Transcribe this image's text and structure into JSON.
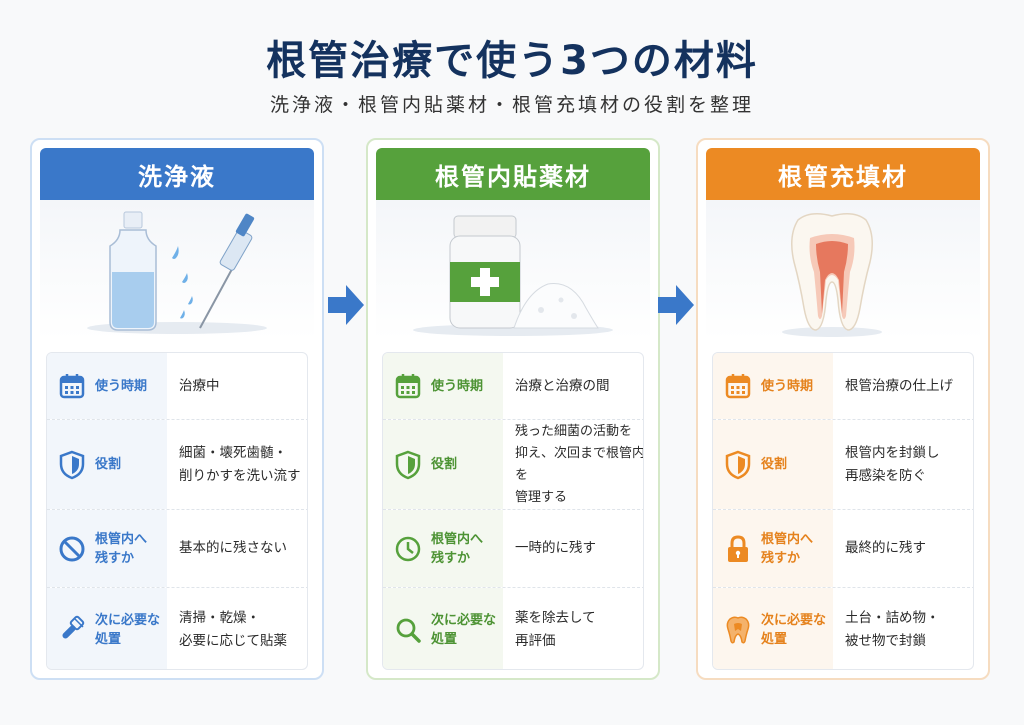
{
  "header": {
    "title": "根管治療で使う3つの材料",
    "subtitle": "洗浄液・根管内貼薬材・根管充填材の役割を整理"
  },
  "colors": {
    "blue": "#3a78c9",
    "green": "#56a13c",
    "orange": "#ec8a23",
    "title": "#14325e"
  },
  "cards": [
    {
      "title": "洗浄液",
      "illustration": "bottle-and-syringe",
      "rows": [
        {
          "icon": "calendar-icon",
          "label": "使う時期",
          "value": "治療中"
        },
        {
          "icon": "shield-icon",
          "label": "役割",
          "value": "細菌・壊死歯髄・\n削りかすを洗い流す"
        },
        {
          "icon": "prohibited-icon",
          "label": "根管内へ\n残すか",
          "value": "基本的に残さない"
        },
        {
          "icon": "brush-icon",
          "label": "次に必要な\n処置",
          "value": "清掃・乾燥・\n必要に応じて貼薬"
        }
      ]
    },
    {
      "title": "根管内貼薬材",
      "illustration": "medicine-jar-and-powder",
      "rows": [
        {
          "icon": "calendar-icon",
          "label": "使う時期",
          "value": "治療と治療の間"
        },
        {
          "icon": "shield-icon",
          "label": "役割",
          "value": "残った細菌の活動を\n抑え、次回まで根管内を\n管理する"
        },
        {
          "icon": "clock-icon",
          "label": "根管内へ\n残すか",
          "value": "一時的に残す"
        },
        {
          "icon": "magnifier-icon",
          "label": "次に必要な\n処置",
          "value": "薬を除去して\n再評価"
        }
      ]
    },
    {
      "title": "根管充填材",
      "illustration": "tooth-cross-section",
      "rows": [
        {
          "icon": "calendar-icon",
          "label": "使う時期",
          "value": "根管治療の仕上げ"
        },
        {
          "icon": "shield-icon",
          "label": "役割",
          "value": "根管内を封鎖し\n再感染を防ぐ"
        },
        {
          "icon": "lock-icon",
          "label": "根管内へ\n残すか",
          "value": "最終的に残す"
        },
        {
          "icon": "tooth-icon",
          "label": "次に必要な\n処置",
          "value": "土台・詰め物・\n被せ物で封鎖"
        }
      ]
    }
  ]
}
